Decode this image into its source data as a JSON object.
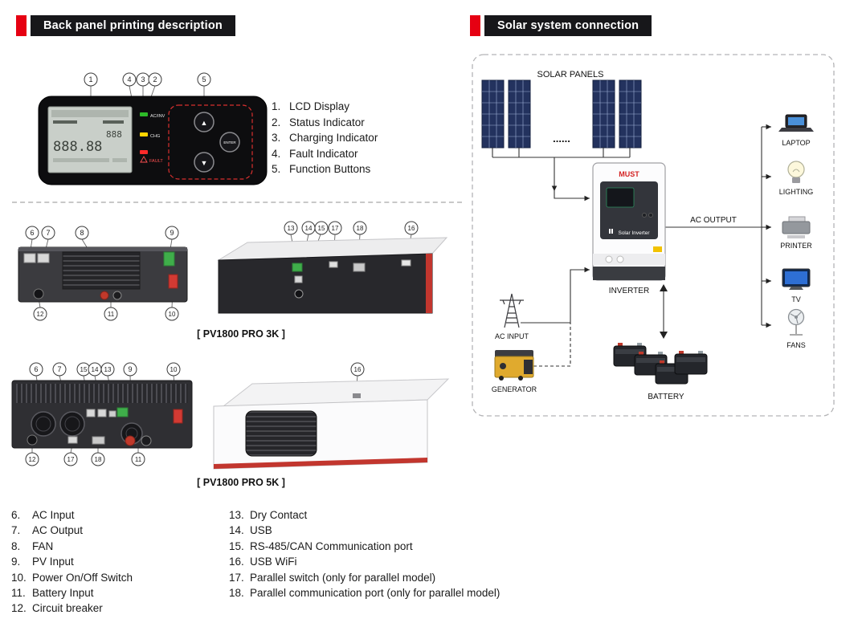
{
  "headers": {
    "left": "Back panel printing description",
    "right": "Solar system connection"
  },
  "control_panel": {
    "legend": [
      {
        "num": "1.",
        "label": "LCD Display"
      },
      {
        "num": "2.",
        "label": "Status Indicator"
      },
      {
        "num": "3.",
        "label": "Charging Indicator"
      },
      {
        "num": "4.",
        "label": "Fault Indicator"
      },
      {
        "num": "5.",
        "label": "Function Buttons"
      }
    ],
    "indicators": {
      "ac_inv": "AC/INV",
      "chg": "CHG",
      "fault": "FAULT"
    },
    "lcd": {
      "left_digits": "888.88",
      "right_digits": "888"
    },
    "buttons": {
      "up": "▲",
      "enter": "ENTER",
      "down": "▼"
    }
  },
  "callouts": {
    "c1": "1",
    "c2": "2",
    "c3": "3",
    "c4": "4",
    "c5": "5",
    "c6": "6",
    "c7": "7",
    "c8": "8",
    "c9": "9",
    "c10": "10",
    "c11": "11",
    "c12": "12",
    "c13": "13",
    "c14": "14",
    "c15": "15",
    "c16": "16",
    "c17": "17",
    "c18": "18"
  },
  "models": {
    "pro3k": "[ PV1800 PRO 3K ]",
    "pro5k": "[ PV1800 PRO 5K ]"
  },
  "ports_legend": {
    "left": [
      {
        "num": "6.",
        "label": "AC Input"
      },
      {
        "num": "7.",
        "label": "AC Output"
      },
      {
        "num": "8.",
        "label": "FAN"
      },
      {
        "num": "9.",
        "label": "PV Input"
      },
      {
        "num": "10.",
        "label": "Power On/Off Switch"
      },
      {
        "num": "11.",
        "label": "Battery Input"
      },
      {
        "num": "12.",
        "label": "Circuit breaker"
      }
    ],
    "right": [
      {
        "num": "13.",
        "label": "Dry Contact"
      },
      {
        "num": "14.",
        "label": "USB"
      },
      {
        "num": "15.",
        "label": "RS-485/CAN Communication port"
      },
      {
        "num": "16.",
        "label": "USB WiFi"
      },
      {
        "num": "17.",
        "label": "Parallel switch (only for parallel model)"
      },
      {
        "num": "18.",
        "label": "Parallel communication port (only for parallel model)"
      }
    ]
  },
  "diagram": {
    "solar_panels": "SOLAR PANELS",
    "dots": "......",
    "ac_output": "AC OUTPUT",
    "ac_input": "AC INPUT",
    "inverter": "INVERTER",
    "inverter_brand": "MUST",
    "inverter_text": "Solar Inverter",
    "generator": "GENERATOR",
    "battery": "BATTERY",
    "loads": [
      "LAPTOP",
      "LIGHTING",
      "PRINTER",
      "TV",
      "FANS"
    ]
  },
  "colors": {
    "accent_red": "#e60012",
    "header_bg": "#17171a",
    "led_green": "#2db928",
    "led_yellow": "#ffd400",
    "led_red": "#ff2a2a",
    "solar_panel_blue": "#23325e"
  }
}
